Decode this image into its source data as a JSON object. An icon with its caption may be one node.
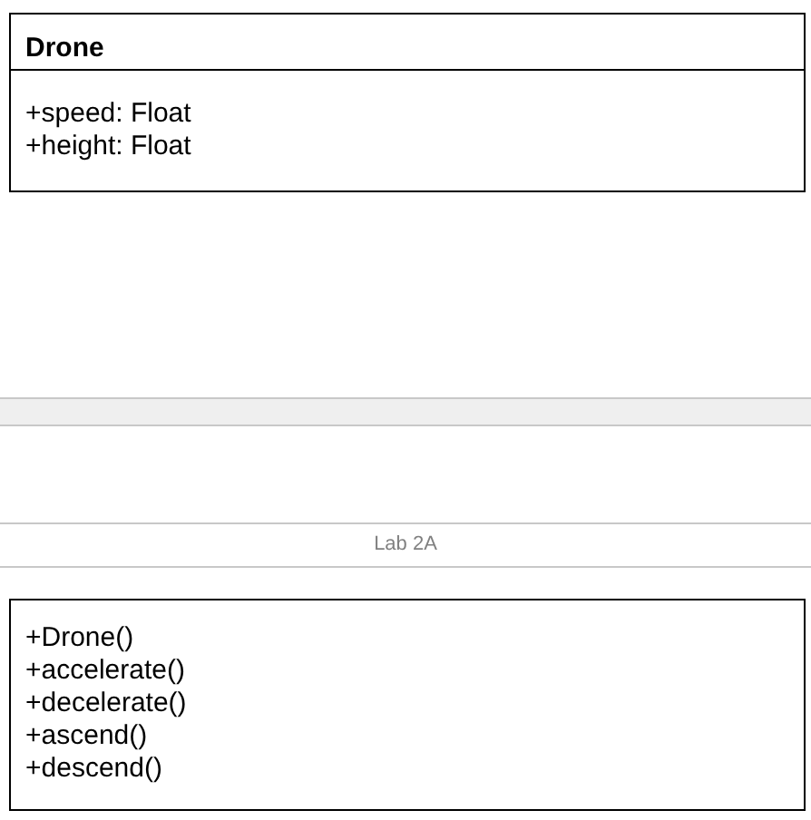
{
  "diagram": {
    "nodes": [
      {
        "text": [
          "Drone",
          "+speed: Float",
          "+height: Float"
        ]
      },
      {
        "text": [
          "+Drone()",
          "+accelerate()",
          "+decelerate()",
          "+ascend()",
          "+descend()"
        ]
      }
    ],
    "labels": [
      "Lab 2A"
    ]
  }
}
